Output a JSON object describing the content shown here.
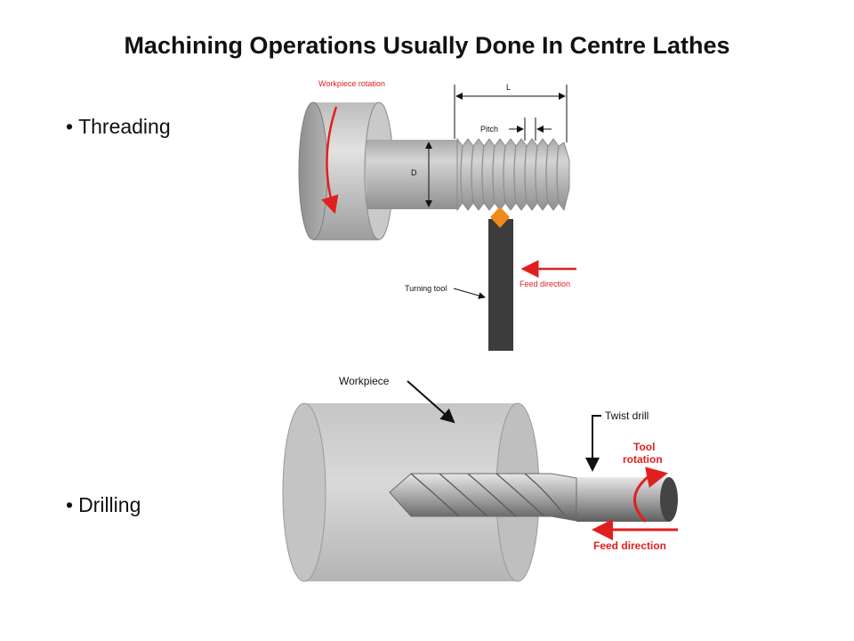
{
  "slide": {
    "title": "Machining Operations Usually Done In Centre Lathes",
    "bullets": [
      "Threading",
      "Drilling"
    ],
    "bullet_glyph": "•"
  },
  "threading_figure": {
    "labels": {
      "workpiece_rotation": "Workpiece rotation",
      "length": "L",
      "pitch": "Pitch",
      "diameter": "D",
      "turning_tool": "Turning tool",
      "feed_direction": "Feed direction"
    }
  },
  "drilling_figure": {
    "labels": {
      "workpiece": "Workpiece",
      "twist_drill": "Twist drill",
      "tool_rotation_line1": "Tool",
      "tool_rotation_line2": "rotation",
      "feed_direction": "Feed direction"
    }
  },
  "colors": {
    "accent_red": "#e0201f",
    "tool_orange": "#f08a1c",
    "tool_dark": "#3c3c3c",
    "metal_grey": "#c8c8c8"
  }
}
